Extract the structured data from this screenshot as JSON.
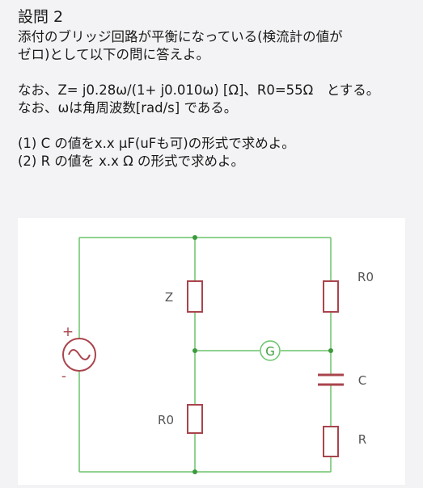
{
  "question": {
    "title": "設問 2",
    "intro_lines": [
      "添付のブリッジ回路が平衡になっている(検流計の値が",
      "ゼロ)として以下の問に答えよ。"
    ],
    "condition_lines": [
      "なお、Z= j0.28ω/(1+ j0.010ω) [Ω]、R0=55Ω　とする。",
      "なお、ωは角周波数[rad/s] である。"
    ],
    "sub_questions": [
      "(1) C の値をx.x μF(uFも可)の形式で求めよ。",
      "(2) R の値を x.x Ω の形式で求めよ。"
    ]
  },
  "circuit": {
    "labels": {
      "z": "Z",
      "r0_left": "R0",
      "r0_right": "R0",
      "c": "C",
      "r": "R",
      "galvanometer": "G",
      "plus": "+",
      "minus": "-"
    },
    "colors": {
      "wire": "#6bc46b",
      "component": "#a9444c",
      "node": "#3c9a3c",
      "label": "#555555"
    }
  }
}
